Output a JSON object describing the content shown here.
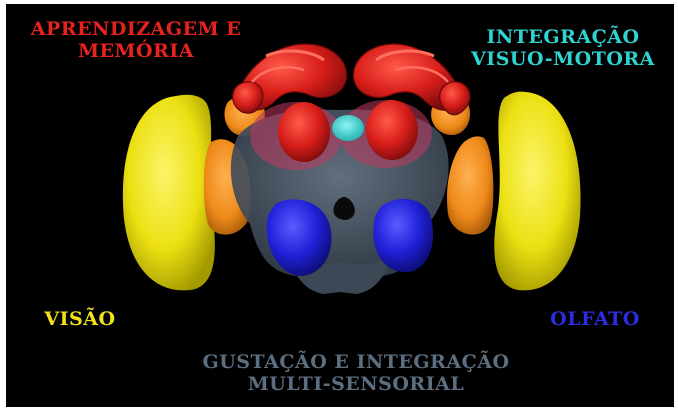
{
  "labels": {
    "learning_memory": {
      "line1": "APRENDIZAGEM E",
      "line2": "MEMÓRIA",
      "color": "#e8221e"
    },
    "visuomotor": {
      "line1": "INTEGRAÇÃO",
      "line2": "VISUO-MOTORA",
      "color": "#2fd4d2"
    },
    "vision": {
      "text": "VISÃO",
      "color": "#f2e21a"
    },
    "olfaction": {
      "text": "OLFATO",
      "color": "#2a2ee0"
    },
    "gustation": {
      "line1": "GUSTAÇÃO E INTEGRAÇÃO",
      "line2": "MULTI-SENSORIAL",
      "color": "#5c6f80"
    }
  },
  "colors": {
    "background": "#000000",
    "optic_lobe": "#f0e614",
    "orange_region": "#f0901c",
    "red_region": "#d8201c",
    "cyan_region": "#30d0d0",
    "blue_region": "#2020d8",
    "gray_region": "#4a5868"
  }
}
